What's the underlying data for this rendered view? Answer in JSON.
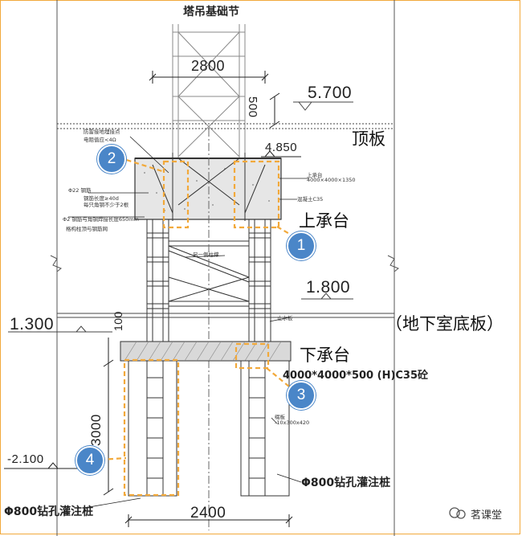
{
  "title": "塔吊基础节",
  "dims": {
    "top_width": "2800",
    "height_500": "500",
    "bottom_width": "2400",
    "pile_length": "3000",
    "cap_thickness": "100"
  },
  "elevations": {
    "top_slab": "5.700",
    "upper_cap_top": "4.850",
    "upper_cap_bottom": "1.800",
    "basement_floor": "1.300",
    "pile_bottom": "-2.100"
  },
  "labels": {
    "roof_slab": "顶板",
    "upper_cap": "上承台",
    "basement_floor": "（地下室底板）",
    "lower_cap": "下承台",
    "lower_cap_spec": "4000*4000*500 (H)C35砼",
    "pile_right": "Φ800钻孔灌注桩",
    "pile_left": "Φ800钻孔灌注桩"
  },
  "small_notes": [
    "防雷接地埋接点",
    "电阻值应<4Ω",
    "Φ22 钢筋",
    "钢筋长度≥40d",
    "每只角钢不少于2根",
    "Φ2 钢筋与角钢焊接长度650mm",
    "格构柱顶与钢筋网",
    "上承台",
    "4000×4000×1350",
    "混凝土C35",
    "另一侧柱撑",
    "止水板",
    "缀板",
    "-10x300x420"
  ],
  "callouts": [
    "1",
    "2",
    "3",
    "4"
  ],
  "watermark": "茗课堂",
  "colors": {
    "callout": "#4a86c8",
    "highlight": "#f2a93b",
    "line": "#222222"
  }
}
